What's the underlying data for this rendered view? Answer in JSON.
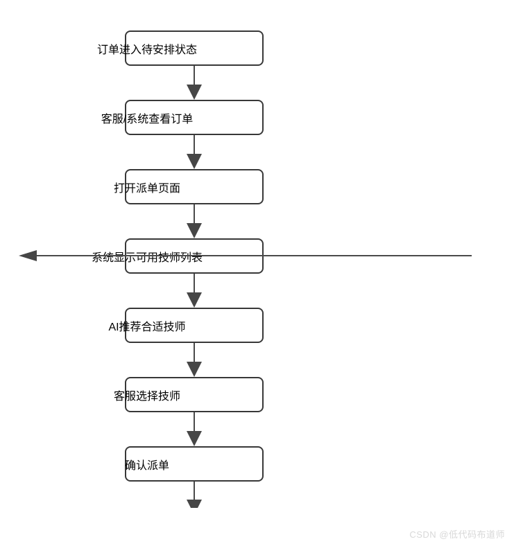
{
  "flowchart": {
    "nodes": [
      {
        "label": "订单进入待安排状态"
      },
      {
        "label": "客服/系统查看订单"
      },
      {
        "label": "打开派单页面"
      },
      {
        "label": "系统显示可用技师列表"
      },
      {
        "label": "AI推荐合适技师"
      },
      {
        "label": "客服选择技师"
      },
      {
        "label": "确认派单"
      }
    ],
    "edges": [
      {
        "from": "订单进入待安排状态",
        "to": "客服/系统查看订单",
        "type": "arrow-down"
      },
      {
        "from": "客服/系统查看订单",
        "to": "打开派单页面",
        "type": "arrow-down"
      },
      {
        "from": "打开派单页面",
        "to": "系统显示可用技师列表",
        "type": "arrow-down"
      },
      {
        "from": "系统显示可用技师列表",
        "to": "AI推荐合适技师",
        "type": "arrow-down"
      },
      {
        "from": "AI推荐合适技师",
        "to": "客服选择技师",
        "type": "arrow-down"
      },
      {
        "from": "客服选择技师",
        "to": "确认派单",
        "type": "arrow-down"
      },
      {
        "from": "确认派单",
        "to": "",
        "type": "arrow-down-exit"
      },
      {
        "from": "系统显示可用技师列表",
        "to": "",
        "type": "arrow-left-horizontal"
      }
    ]
  },
  "watermark": {
    "text": "CSDN @低代码布道师"
  },
  "colors": {
    "background": "#ffffff",
    "node_border": "#383838",
    "node_fill": "#ffffff",
    "line": "#4a4a4a",
    "arrowhead": "#464646",
    "node_text": "#000000",
    "watermark_text": "#d8d8d8"
  }
}
